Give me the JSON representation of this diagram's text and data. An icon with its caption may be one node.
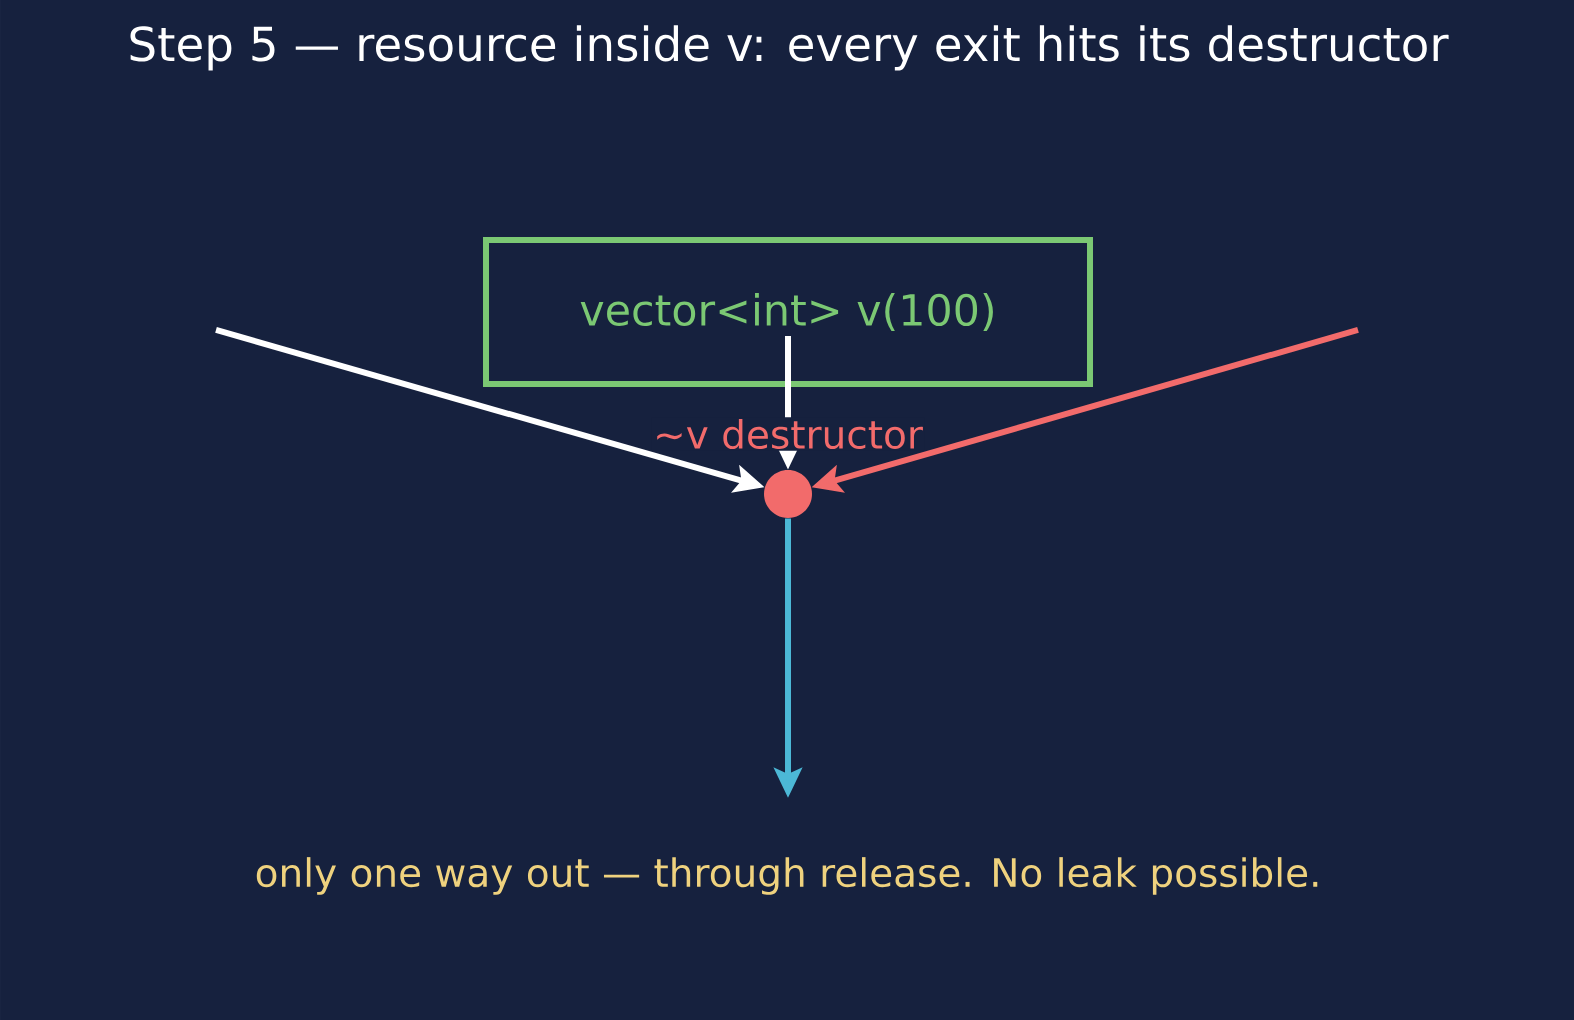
{
  "diagram": {
    "title": "Step 5 — resource inside v: every exit hits its destructor",
    "caption": "only one way out — through release. No leak possible.",
    "nodes": [
      {
        "text": [
          "vector<int> v(100)"
        ]
      },
      {
        "text": [],
        "shape": "circle",
        "beside": [
          "~v destructor"
        ]
      }
    ],
    "edges": [
      {
        "from": null,
        "to": 1,
        "arrow": "to"
      },
      {
        "from": 0,
        "to": 1,
        "arrow": "to"
      },
      {
        "from": null,
        "to": 1,
        "arrow": "to",
        "color": "#f26b6b"
      },
      {
        "from": 1,
        "to": null,
        "arrow": "to",
        "color": "#4cb8d6"
      }
    ]
  }
}
